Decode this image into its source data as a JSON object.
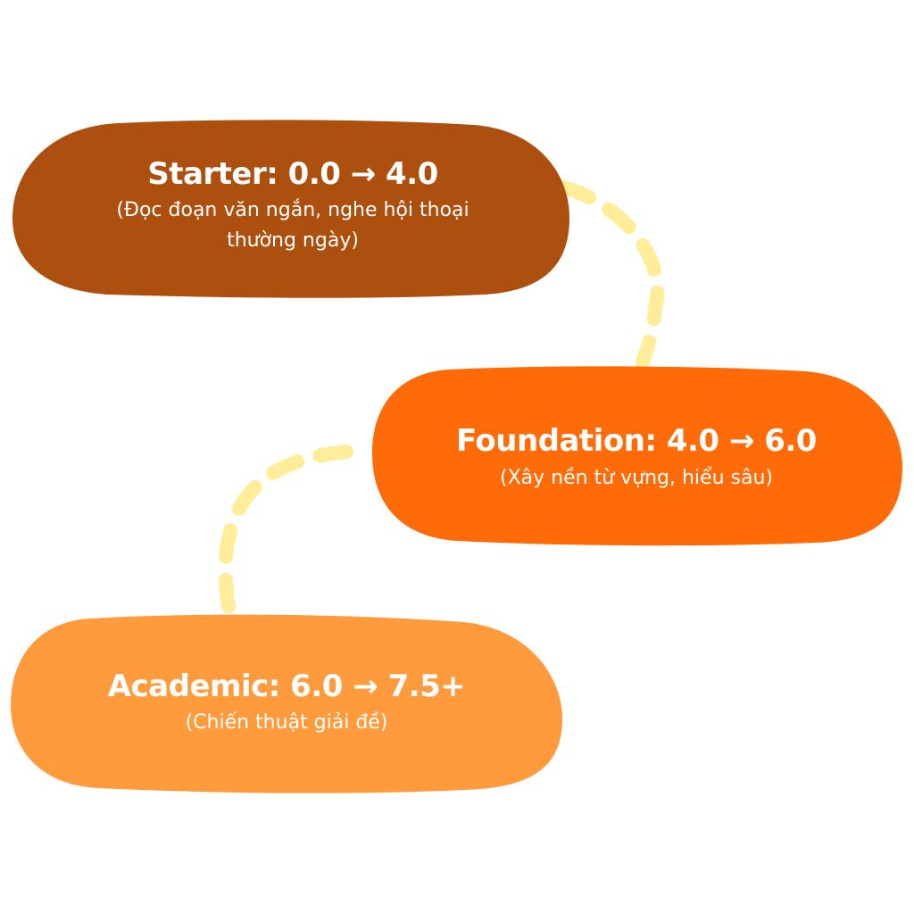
{
  "colors": {
    "background": "#FFFFFF",
    "starter": "#AD500F",
    "foundation": "#FF6B08",
    "academic": "#FF9B3D",
    "connector": "#FFED99",
    "text": "#FFFFFF"
  },
  "stages": [
    {
      "title": "Starter: 0.0 → 4.0",
      "description": "(Đọc đoạn văn ngắn, nghe hội thoại thường ngày)"
    },
    {
      "title": "Foundation: 4.0 → 6.0",
      "description": "(Xây nền từ vựng, hiểu sâu)"
    },
    {
      "title": "Academic: 6.0 → 7.5+",
      "description": "(Chiến thuật giải đề)"
    }
  ],
  "connectors": [
    {
      "from": "Starter",
      "to": "Foundation",
      "style": "dashed"
    },
    {
      "from": "Foundation",
      "to": "Academic",
      "style": "dashed"
    }
  ]
}
